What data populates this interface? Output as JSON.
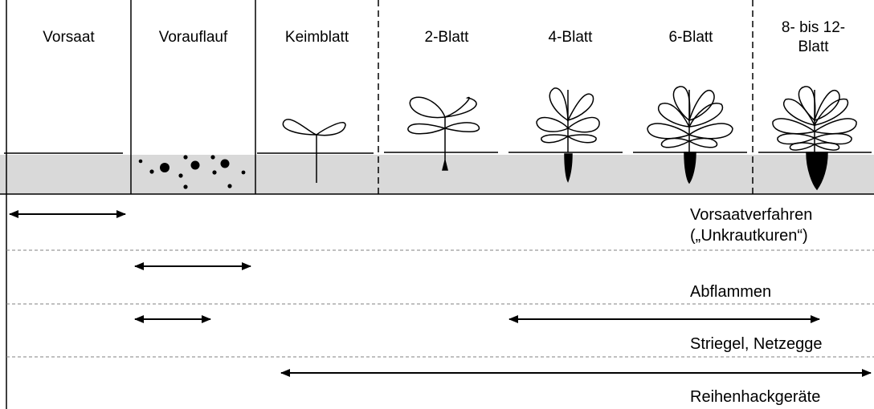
{
  "stages": [
    {
      "label": "Vorsaat"
    },
    {
      "label": "Vorauflauf"
    },
    {
      "label": "Keimblatt"
    },
    {
      "label": "2-Blatt"
    },
    {
      "label": "4-Blatt"
    },
    {
      "label": "6-Blatt"
    },
    {
      "label_line1": "8- bis 12-",
      "label_line2": "Blatt"
    }
  ],
  "methods": [
    {
      "line1": "Vorsaatverfahren",
      "line2": "(„Unkrautkuren“)"
    },
    {
      "line1": "Abflammen"
    },
    {
      "line1": "Striegel, Netzegge"
    },
    {
      "line1": "Reihenhackgeräte"
    }
  ],
  "colors": {
    "soil": "#d9d9d9",
    "line": "#000000",
    "divider": "#808080"
  }
}
